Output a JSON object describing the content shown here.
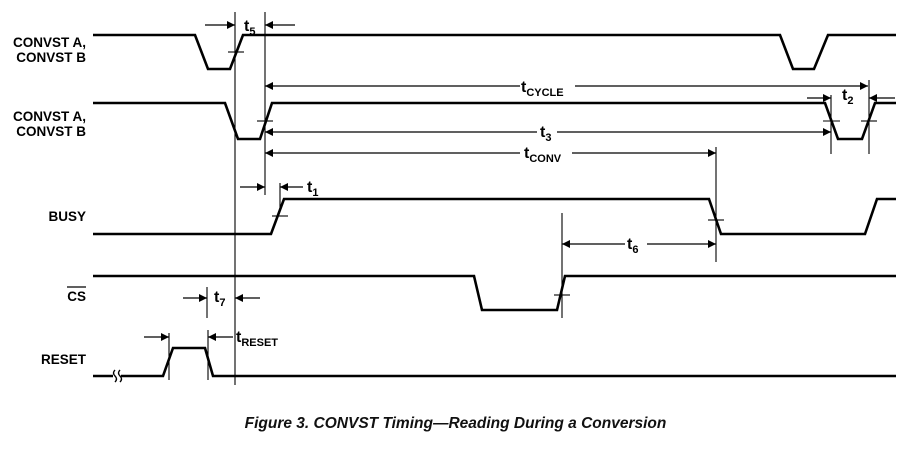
{
  "figure": {
    "caption": "Figure 3. CONVST Timing—Reading During a Conversion"
  },
  "signals": [
    {
      "id": "convst1",
      "label_lines": [
        "CONVST A,",
        "CONVST B"
      ],
      "active_low_overbar": false
    },
    {
      "id": "convst2",
      "label_lines": [
        "CONVST A,",
        "CONVST B"
      ],
      "active_low_overbar": false
    },
    {
      "id": "busy",
      "label_lines": [
        "BUSY"
      ],
      "active_low_overbar": false
    },
    {
      "id": "cs",
      "label_lines": [
        "CS"
      ],
      "active_low_overbar": true
    },
    {
      "id": "reset",
      "label_lines": [
        "RESET"
      ],
      "active_low_overbar": false
    }
  ],
  "timing_params": {
    "t5": {
      "base": "t",
      "sub": "5"
    },
    "tcycle": {
      "base": "t",
      "sub": "CYCLE"
    },
    "t2": {
      "base": "t",
      "sub": "2"
    },
    "t3": {
      "base": "t",
      "sub": "3"
    },
    "tconv": {
      "base": "t",
      "sub": "CONV"
    },
    "t1": {
      "base": "t",
      "sub": "1"
    },
    "t6": {
      "base": "t",
      "sub": "6"
    },
    "t7": {
      "base": "t",
      "sub": "7"
    },
    "treset": {
      "base": "t",
      "sub": "RESET"
    }
  }
}
